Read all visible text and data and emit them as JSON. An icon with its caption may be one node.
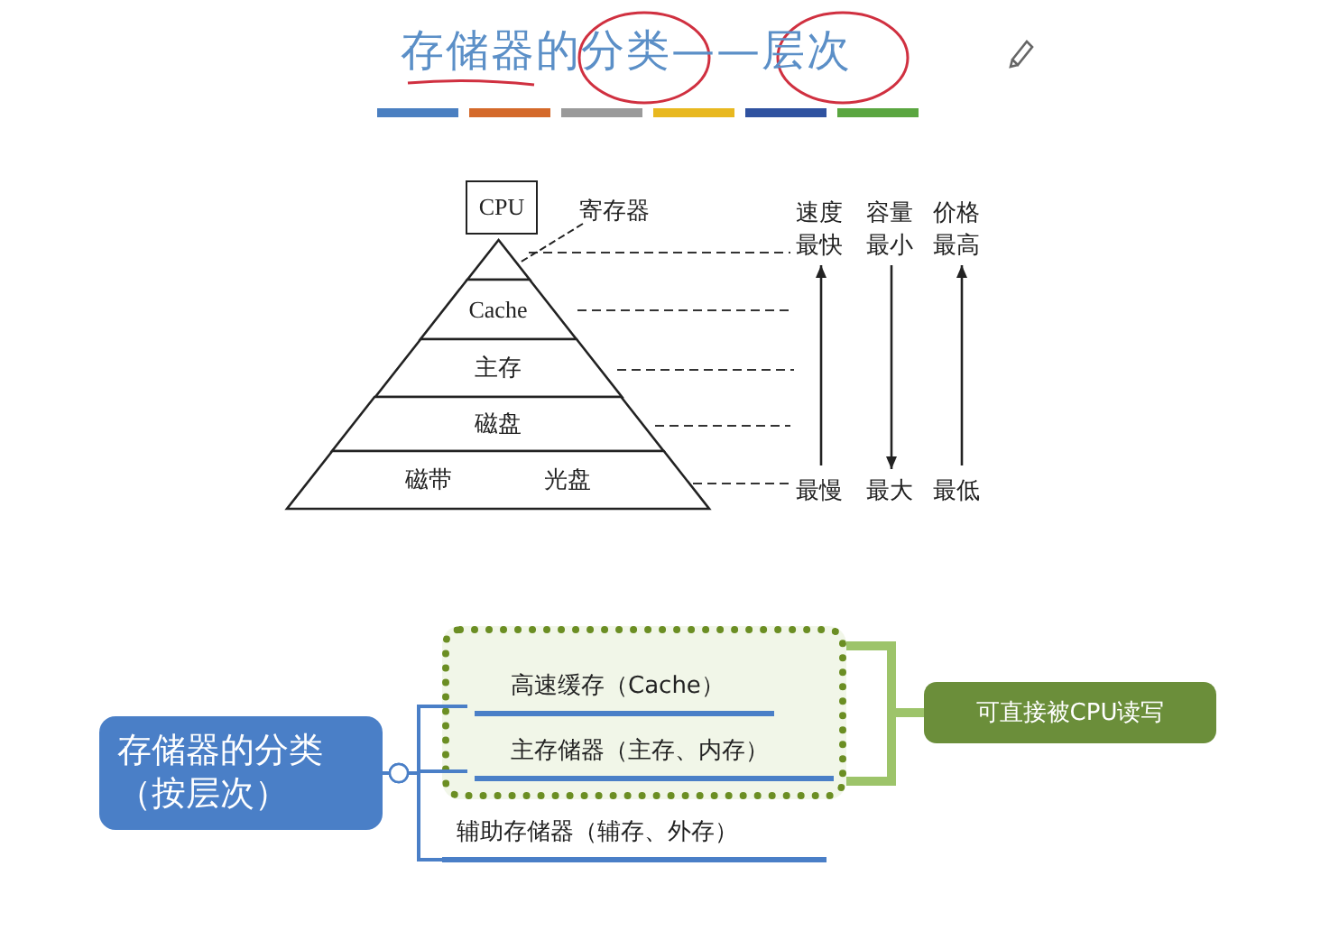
{
  "diagram": {
    "title": "存储器的分类——层次",
    "nodes": [
      {
        "text": [
          "CPU"
        ]
      },
      {
        "text": [
          "寄存器"
        ]
      },
      {
        "text": [],
        "shape": "triangle"
      },
      {
        "text": [
          "Cache"
        ]
      },
      {
        "text": [
          "主存"
        ]
      },
      {
        "text": [
          "磁盘"
        ]
      },
      {
        "text": [
          "磁带",
          "光盘"
        ]
      },
      {
        "text": [
          "存储器的分类（按层次）"
        ]
      },
      {
        "text": [],
        "shape": "box"
      },
      {
        "text": [
          "高速缓存（Cache）"
        ],
        "in": 8
      },
      {
        "text": [
          "主存储器（主存、内存）"
        ],
        "in": 8
      },
      {
        "text": [
          "辅助存储器（辅存、外存）"
        ]
      },
      {
        "text": [
          "可直接被CPU读写"
        ]
      }
    ],
    "edges": [
      {
        "from": 1,
        "to": 2,
        "arrow": "none",
        "style": "dashed",
        "color": "#222222"
      },
      {
        "from": 7,
        "to": 9,
        "arrow": "other",
        "color": "#4a7fc7"
      },
      {
        "from": 7,
        "to": 10,
        "arrow": "other",
        "color": "#4a7fc7"
      },
      {
        "from": 7,
        "to": 11,
        "arrow": "other",
        "color": "#4a7fc7"
      },
      {
        "from": 8,
        "to": 12,
        "arrow": "none",
        "style": "thick",
        "color": "#9dc46a"
      }
    ],
    "labels": [
      "速度",
      "容量",
      "价格",
      "最快",
      "最小",
      "最高",
      "最慢",
      "最大",
      "最低"
    ]
  }
}
